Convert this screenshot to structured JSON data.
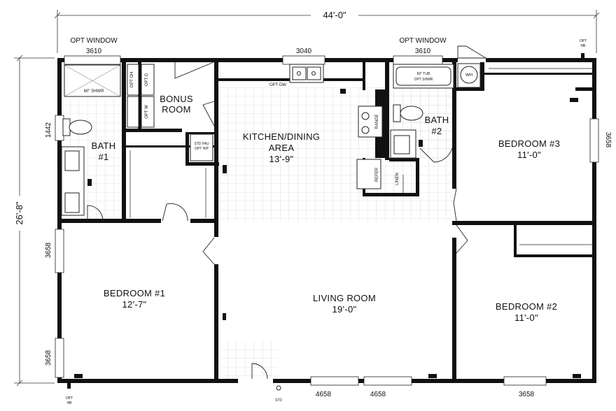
{
  "dimensions": {
    "overall_width": "44'-0\"",
    "overall_depth": "26'-8\""
  },
  "windows": {
    "opt_window_left": "OPT WINDOW",
    "opt_window_left_size": "3610",
    "kitchen_window": "3040",
    "opt_window_right": "OPT WINDOW",
    "opt_window_right_size": "3610",
    "bath1_window": "1442",
    "bedroom3_window": "3658",
    "bedroom1_window_upper": "3658",
    "bedroom1_window_lower": "3658",
    "living_window_1": "4658",
    "living_window_2": "4658",
    "bedroom2_window": "3658"
  },
  "hose_bibs": {
    "top_right": [
      "OPT",
      "HB"
    ],
    "bottom_left": [
      "OPT",
      "HB"
    ]
  },
  "rooms": {
    "bath1": [
      "BATH",
      "#1"
    ],
    "bonus": [
      "BONUS",
      "ROOM"
    ],
    "kitchen": [
      "KITCHEN/DINING",
      "AREA",
      "13'-9\""
    ],
    "bath2": [
      "BATH",
      "#2"
    ],
    "bedroom3": [
      "BEDROOM #3",
      "11'-0\""
    ],
    "bedroom1": [
      "BEDROOM #1",
      "12'-7\""
    ],
    "living": [
      "LIVING ROOM",
      "19'-0\""
    ],
    "bedroom2": [
      "BEDROOM #2",
      "11'-0\""
    ]
  },
  "fixtures": {
    "shower": "60\" SHWR",
    "opt_oh": "OPT OH",
    "opt_d": "OPT D",
    "opt_w": "OPT W",
    "opt_dw": "OPT DW",
    "range": "RANGE",
    "refer": "REFER",
    "linen": "LINEN",
    "std_fau": [
      "STD FAU",
      "OPT H/P"
    ],
    "tub": [
      "60\" TUB",
      "OPT SHWR"
    ],
    "wh": "WH",
    "std": "STD"
  }
}
